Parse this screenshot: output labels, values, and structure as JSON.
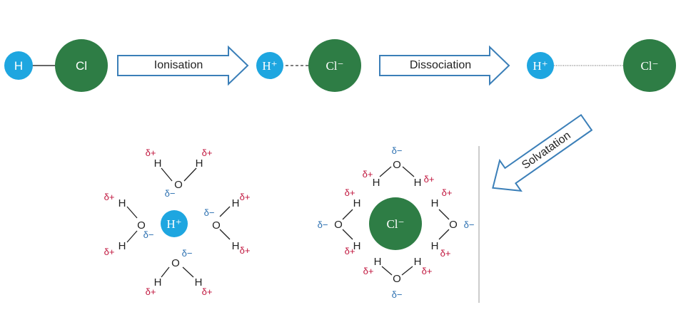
{
  "colors": {
    "hydrogen": "#1ea6e0",
    "chlorine": "#2e7d45",
    "arrow": "#3b7fb8",
    "delta_plus": "#c0143c",
    "delta_minus": "#2a6fb0"
  },
  "molecule": {
    "h": "H",
    "cl": "Cl"
  },
  "ions": {
    "h_plus": "H⁺",
    "cl_minus": "Cl⁻"
  },
  "arrows": {
    "ionisation": "Ionisation",
    "dissociation": "Dissociation",
    "solvatation": "Solvatation"
  },
  "water": {
    "h": "H",
    "o": "O",
    "delta_plus": "δ+",
    "delta_minus": "δ−"
  }
}
